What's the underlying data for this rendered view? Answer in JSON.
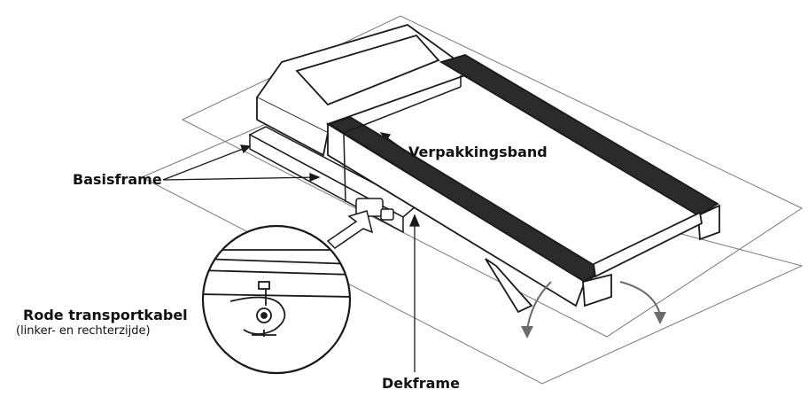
{
  "labels": {
    "basisframe": "Basisframe",
    "verpakkingsband": "Verpakkingsband",
    "rode_transportkabel": "Rode transportkabel",
    "rode_transportkabel_sub": "(linker- en rechterzijde)",
    "dekframe": "Dekframe"
  },
  "colors": {
    "line": "#1a1a1a",
    "belt": "#2b2b2b",
    "plane": "#7a7a7a",
    "arrow": "#6b6b6b",
    "background": "#ffffff"
  }
}
